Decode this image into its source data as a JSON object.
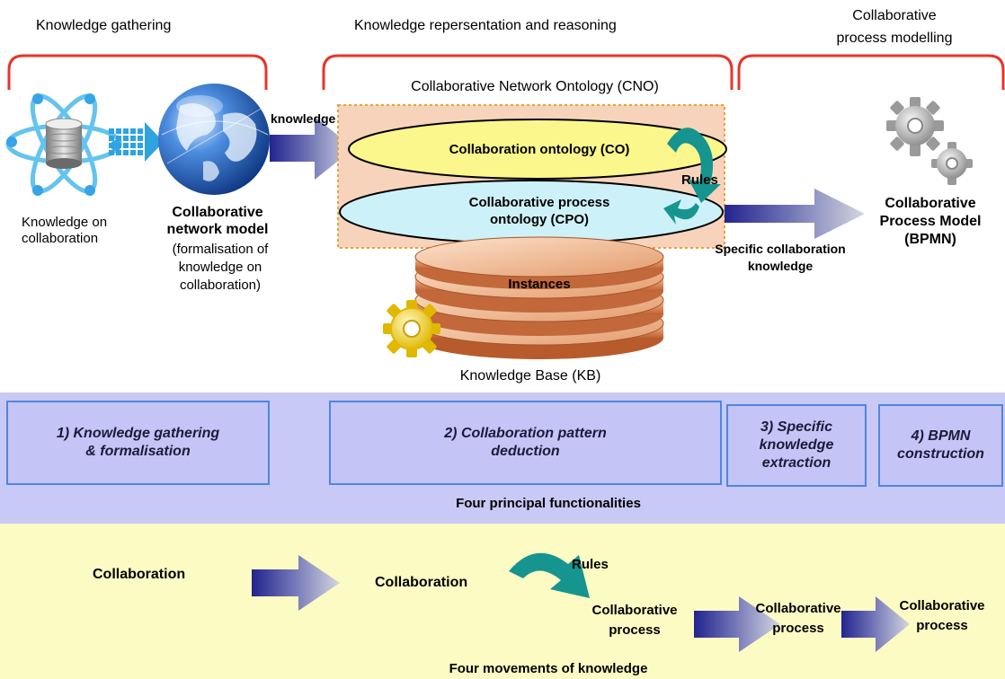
{
  "headers": {
    "gathering": "Knowledge gathering",
    "representation": "Knowledge repersentation and reasoning",
    "modelling_line1": "Collaborative",
    "modelling_line2": "process modelling"
  },
  "gathering": {
    "source_line1": "Knowledge on",
    "source_line2": "collaboration",
    "model_line1": "Collaborative",
    "model_line2": "network model",
    "model_line3": "(formalisation of",
    "model_line4": "knowledge on",
    "model_line5": "collaboration)",
    "arrow_label": "knowledge"
  },
  "representation": {
    "cno_title": "Collaborative Network Ontology (CNO)",
    "co_label": "Collaboration ontology (CO)",
    "cpo_line1": "Collaborative process",
    "cpo_line2": "ontology (CPO)",
    "rules": "Rules",
    "instances": "Instances",
    "kb_label": "Knowledge Base (KB)"
  },
  "modelling": {
    "extract_line1": "Specific collaboration",
    "extract_line2": "knowledge",
    "model_line1": "Collaborative",
    "model_line2": "Process Model",
    "model_line3": "(BPMN)"
  },
  "functionalities": {
    "f1_line1": "1) Knowledge gathering",
    "f1_line2": "& formalisation",
    "f2_line1": "2) Collaboration pattern",
    "f2_line2": "deduction",
    "f3_line1": "3) Specific",
    "f3_line2": "knowledge",
    "f3_line3": "extraction",
    "f4_line1": "4) BPMN",
    "f4_line2": "construction",
    "caption": "Four principal functionalities"
  },
  "movements": {
    "m1": "Collaboration",
    "m2": "Collaboration",
    "rules": "Rules",
    "m3_line1": "Collaborative",
    "m3_line2": "process",
    "m4_line1": "Collaborative",
    "m4_line2": "process",
    "m5_line1": "Collaborative",
    "m5_line2": "process",
    "caption": "Four movements of knowledge"
  },
  "colors": {
    "bracket": "#e8342a",
    "band_functionalities": "#c9c9f7",
    "band_movements": "#fdfbc4",
    "box_border": "#4f86e0",
    "co_ellipse": "#fbf78c",
    "cpo_ellipse": "#cdf1f8",
    "cno_panel": "#f8d3bc",
    "rules_arrow": "#16948f"
  }
}
